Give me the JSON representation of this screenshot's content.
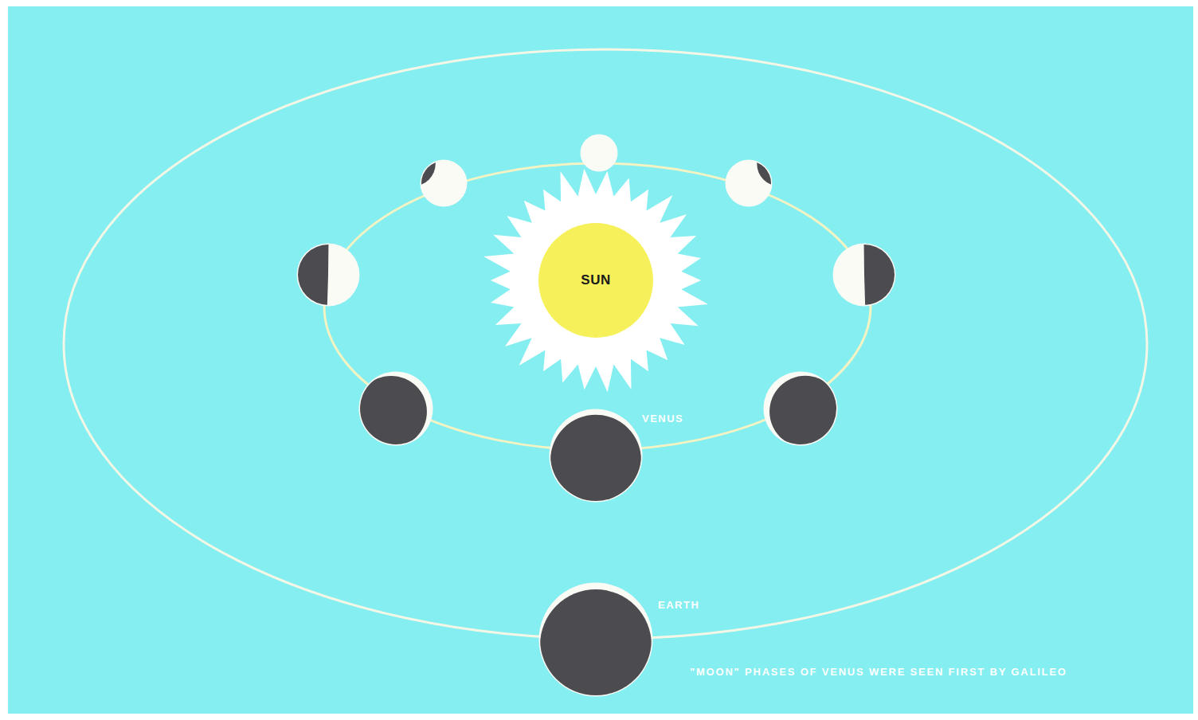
{
  "diagram": {
    "caption": "\"MOON\" PHASES OF VENUS WERE SEEN FIRST BY GALILEO",
    "nodes": [
      {
        "text": [
          "SUN"
        ]
      }
    ],
    "labels": [
      "VENUS",
      "EARTH"
    ]
  }
}
